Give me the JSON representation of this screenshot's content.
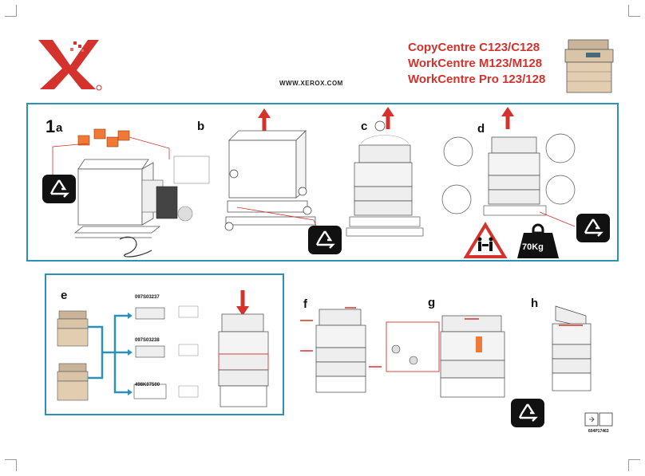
{
  "header": {
    "url": "WWW.XEROX.COM",
    "titles": [
      "CopyCentre C123/C128",
      "WorkCentre M123/M128",
      "WorkCentre Pro 123/128"
    ]
  },
  "steps": {
    "s1": "1",
    "a": "a",
    "b": "b",
    "c": "c",
    "d": "d",
    "e": "e",
    "f": "f",
    "g": "g",
    "h": "h"
  },
  "weight": "70Kg",
  "options": [
    "097S03237",
    "097S03238",
    "498K07500"
  ],
  "doc_number": "604P17463",
  "colors": {
    "brand_red": "#d4322c",
    "frame_blue": "#2d90b5",
    "box_orange": "#f07a35"
  }
}
